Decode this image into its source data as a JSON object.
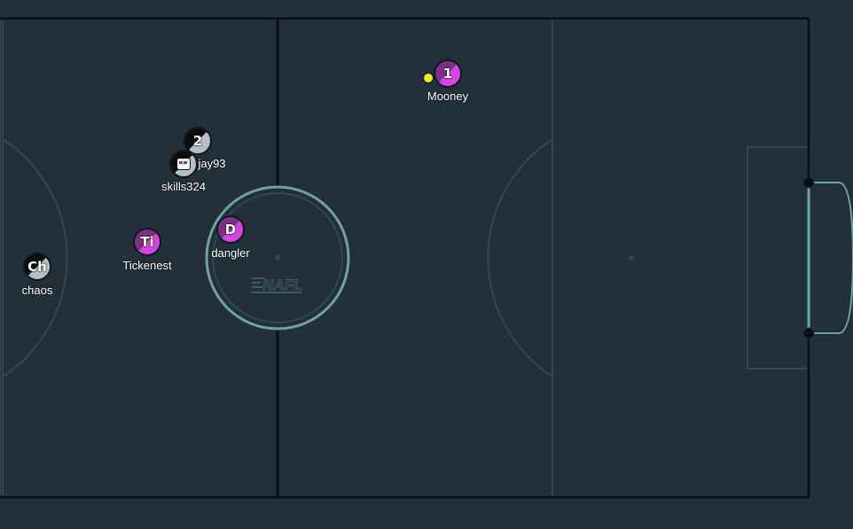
{
  "field": {
    "background_color": "#233039",
    "line_color": "#334652",
    "boundary_color": "#0b1116",
    "goal_color": "#6ea3a6",
    "logo_text": "NAFL"
  },
  "ball": {
    "color": "#ecec2a"
  },
  "players": [
    {
      "name": "Mooney",
      "badge": "1",
      "team": "purple"
    },
    {
      "name": "jay93",
      "badge": "2",
      "team": "grey"
    },
    {
      "name": "skills324",
      "badge": "",
      "team": "grey",
      "avatar": "robot-face-icon"
    },
    {
      "name": "dangler",
      "badge": "D",
      "team": "purple"
    },
    {
      "name": "Tickenest",
      "badge": "Ti",
      "team": "purple"
    },
    {
      "name": "chaos",
      "badge": "Ch",
      "team": "grey"
    }
  ]
}
